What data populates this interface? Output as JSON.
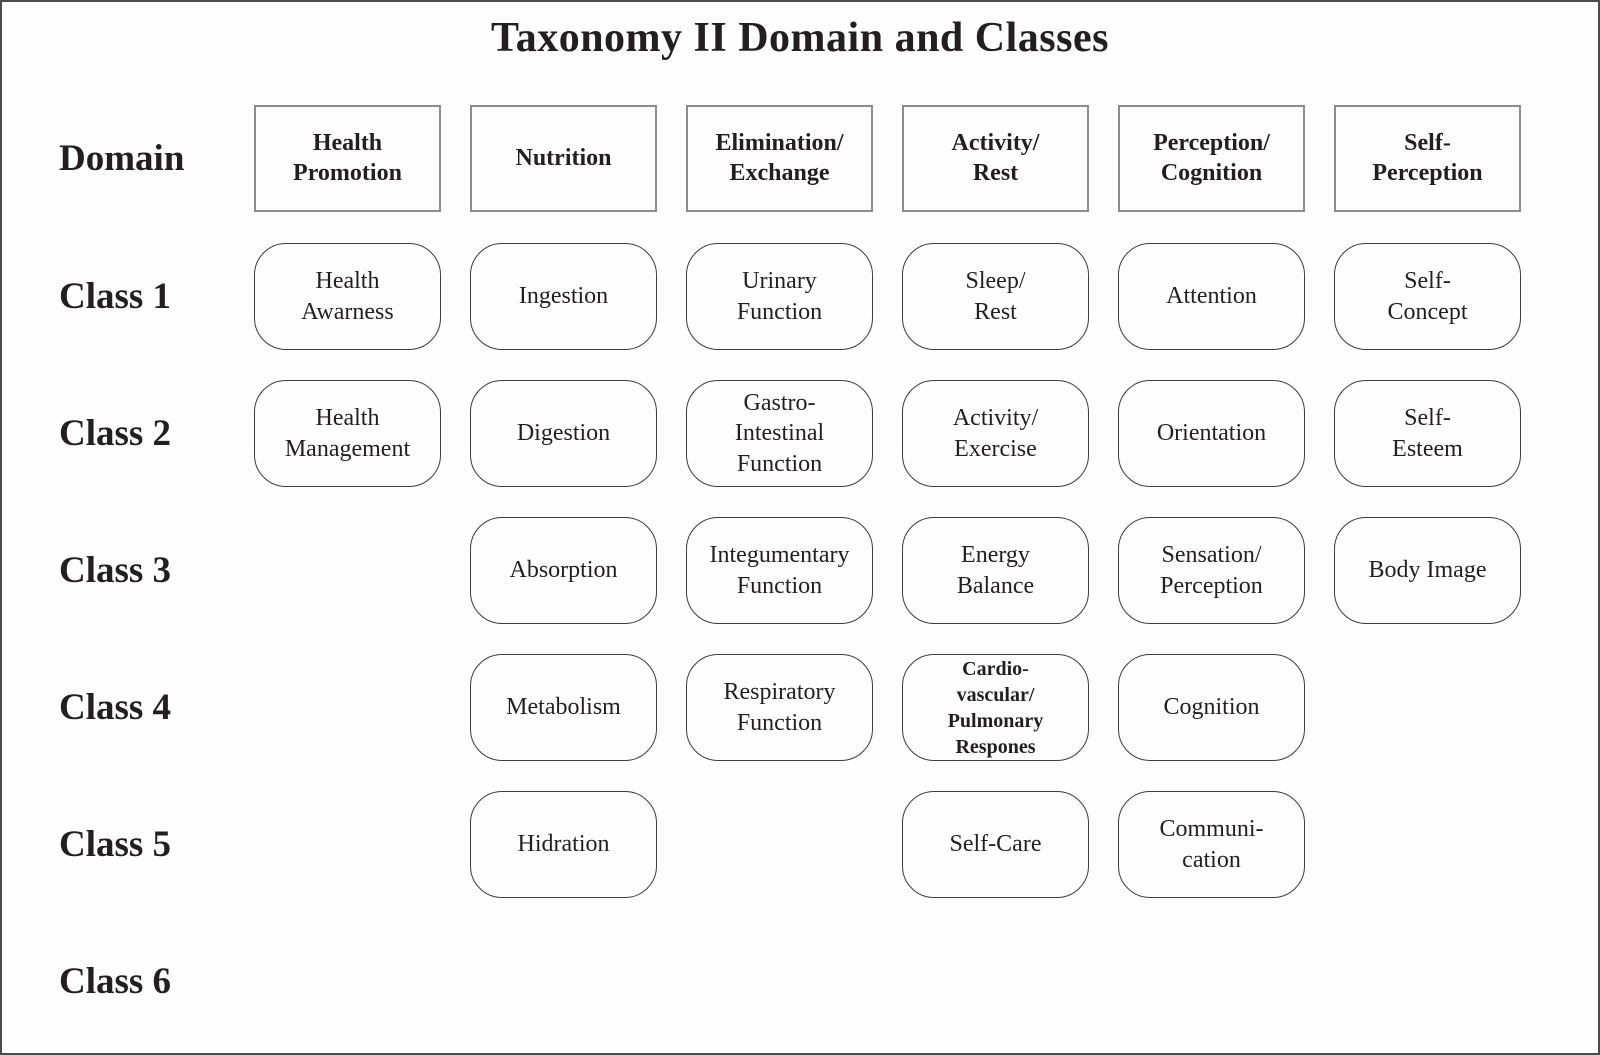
{
  "title": "Taxonomy II Domain and Classes",
  "rows": [
    {
      "label": "Domain",
      "cells": [
        "Health\nPromotion",
        "Nutrition",
        "Elimination/\nExchange",
        "Activity/\nRest",
        "Perception/\nCognition",
        "Self-\nPerception"
      ]
    },
    {
      "label": "Class 1",
      "cells": [
        "Health\nAwarness",
        "Ingestion",
        "Urinary\nFunction",
        "Sleep/\nRest",
        "Attention",
        "Self-\nConcept"
      ]
    },
    {
      "label": "Class 2",
      "cells": [
        "Health\nManagement",
        "Digestion",
        "Gastro-\nIntestinal\nFunction",
        "Activity/\nExercise",
        "Orientation",
        "Self-\nEsteem"
      ]
    },
    {
      "label": "Class 3",
      "cells": [
        null,
        "Absorption",
        "Integumentary\nFunction",
        "Energy\nBalance",
        "Sensation/\nPerception",
        "Body Image"
      ]
    },
    {
      "label": "Class 4",
      "cells": [
        null,
        "Metabolism",
        "Respiratory\nFunction",
        "Cardio-\nvascular/\nPulmonary\nRespones",
        "Cognition",
        null
      ]
    },
    {
      "label": "Class 5",
      "cells": [
        null,
        "Hidration",
        null,
        "Self-Care",
        "Communi-\ncation",
        null
      ]
    },
    {
      "label": "Class 6",
      "cells": [
        null,
        null,
        null,
        null,
        null,
        null
      ]
    }
  ]
}
